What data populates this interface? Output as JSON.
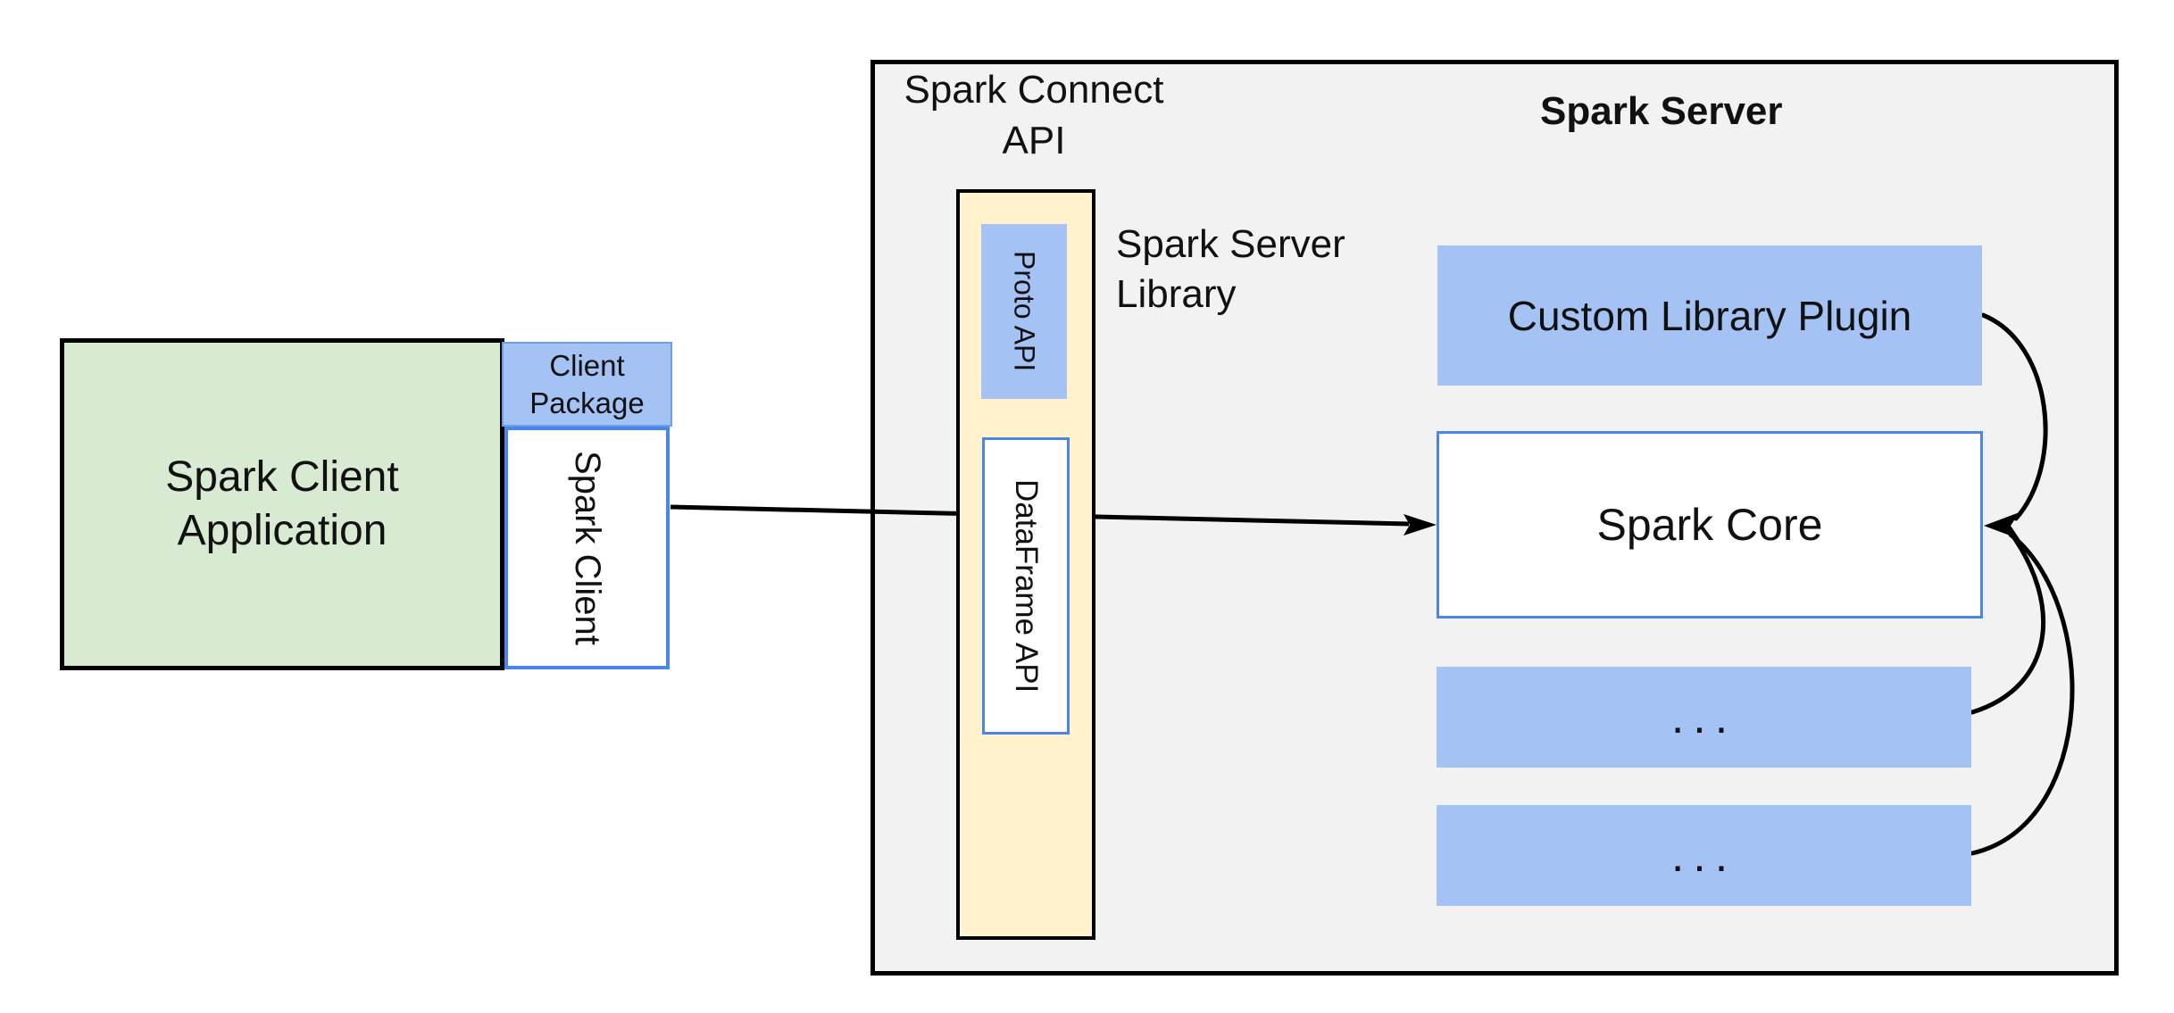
{
  "title": "Spark Connect architecture diagram",
  "labels": {
    "spark_connect_api": {
      "lines": [
        "Spark Connect",
        "API"
      ]
    },
    "spark_server_title": "Spark Server",
    "spark_server_library": {
      "lines": [
        "Spark Server",
        "Library"
      ]
    }
  },
  "nodes": {
    "spark_client_application": {
      "lines": [
        "Spark Client",
        "Application"
      ]
    },
    "client_package": {
      "lines": [
        "Client",
        "Package"
      ]
    },
    "spark_client": {
      "label": "Spark Client"
    },
    "proto_api": {
      "label": "Proto API"
    },
    "dataframe_api": {
      "label": "DataFrame API"
    },
    "custom_library_plugin": {
      "label": "Custom Library Plugin"
    },
    "spark_core": {
      "label": "Spark Core"
    },
    "plugin_slot_top": {
      "label": "..."
    },
    "plugin_slot_bottom": {
      "label": "..."
    }
  },
  "colors": {
    "green_fill": "#d9ead3",
    "blue_fill": "#a4c2f4",
    "blue_border": "#4a86e8",
    "yellow_fill": "#fff2cc",
    "server_fill": "#f2f2f2",
    "line": "#000000"
  }
}
